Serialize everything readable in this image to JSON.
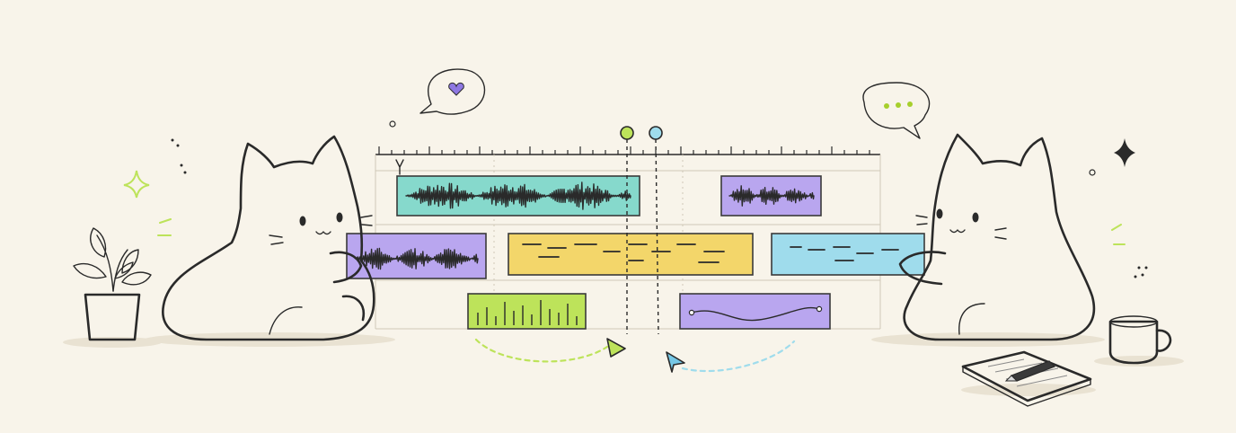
{
  "colors": {
    "background": "#f8f4ea",
    "teal": "#86d9cc",
    "purple": "#b9a6ef",
    "yellow": "#f3d66a",
    "sky": "#9fdcec",
    "lime": "#bde35a",
    "lime_dark": "#a6cf2c",
    "cursor_teal": "#77c8e6",
    "heart": "#8e78e2",
    "ink": "#2a2a2a"
  },
  "icons": [
    "cat-left",
    "cat-right",
    "potted-plant-icon",
    "coffee-mug-icon",
    "notebook-icon",
    "pen-icon",
    "heart-speech-bubble-icon",
    "typing-speech-bubble-icon",
    "sparkle-icon",
    "playhead-marker-icon",
    "cursor-arrow-icon"
  ],
  "timeline": {
    "tracks": 3,
    "clips": [
      {
        "id": "clip-audio-1",
        "track": 1,
        "kind": "waveform",
        "color": "teal"
      },
      {
        "id": "clip-audio-2",
        "track": 1,
        "kind": "waveform",
        "color": "purple"
      },
      {
        "id": "clip-audio-3",
        "track": 2,
        "kind": "waveform",
        "color": "purple"
      },
      {
        "id": "clip-text-1",
        "track": 2,
        "kind": "text-dashes",
        "color": "yellow"
      },
      {
        "id": "clip-text-2",
        "track": 2,
        "kind": "text-dashes",
        "color": "sky"
      },
      {
        "id": "clip-beats",
        "track": 3,
        "kind": "bars",
        "color": "lime"
      },
      {
        "id": "clip-curve",
        "track": 3,
        "kind": "curve",
        "color": "purple"
      }
    ],
    "playheads": [
      {
        "id": "playhead-green",
        "color": "lime_dark"
      },
      {
        "id": "playhead-blue",
        "color": "cursor_teal"
      }
    ]
  }
}
